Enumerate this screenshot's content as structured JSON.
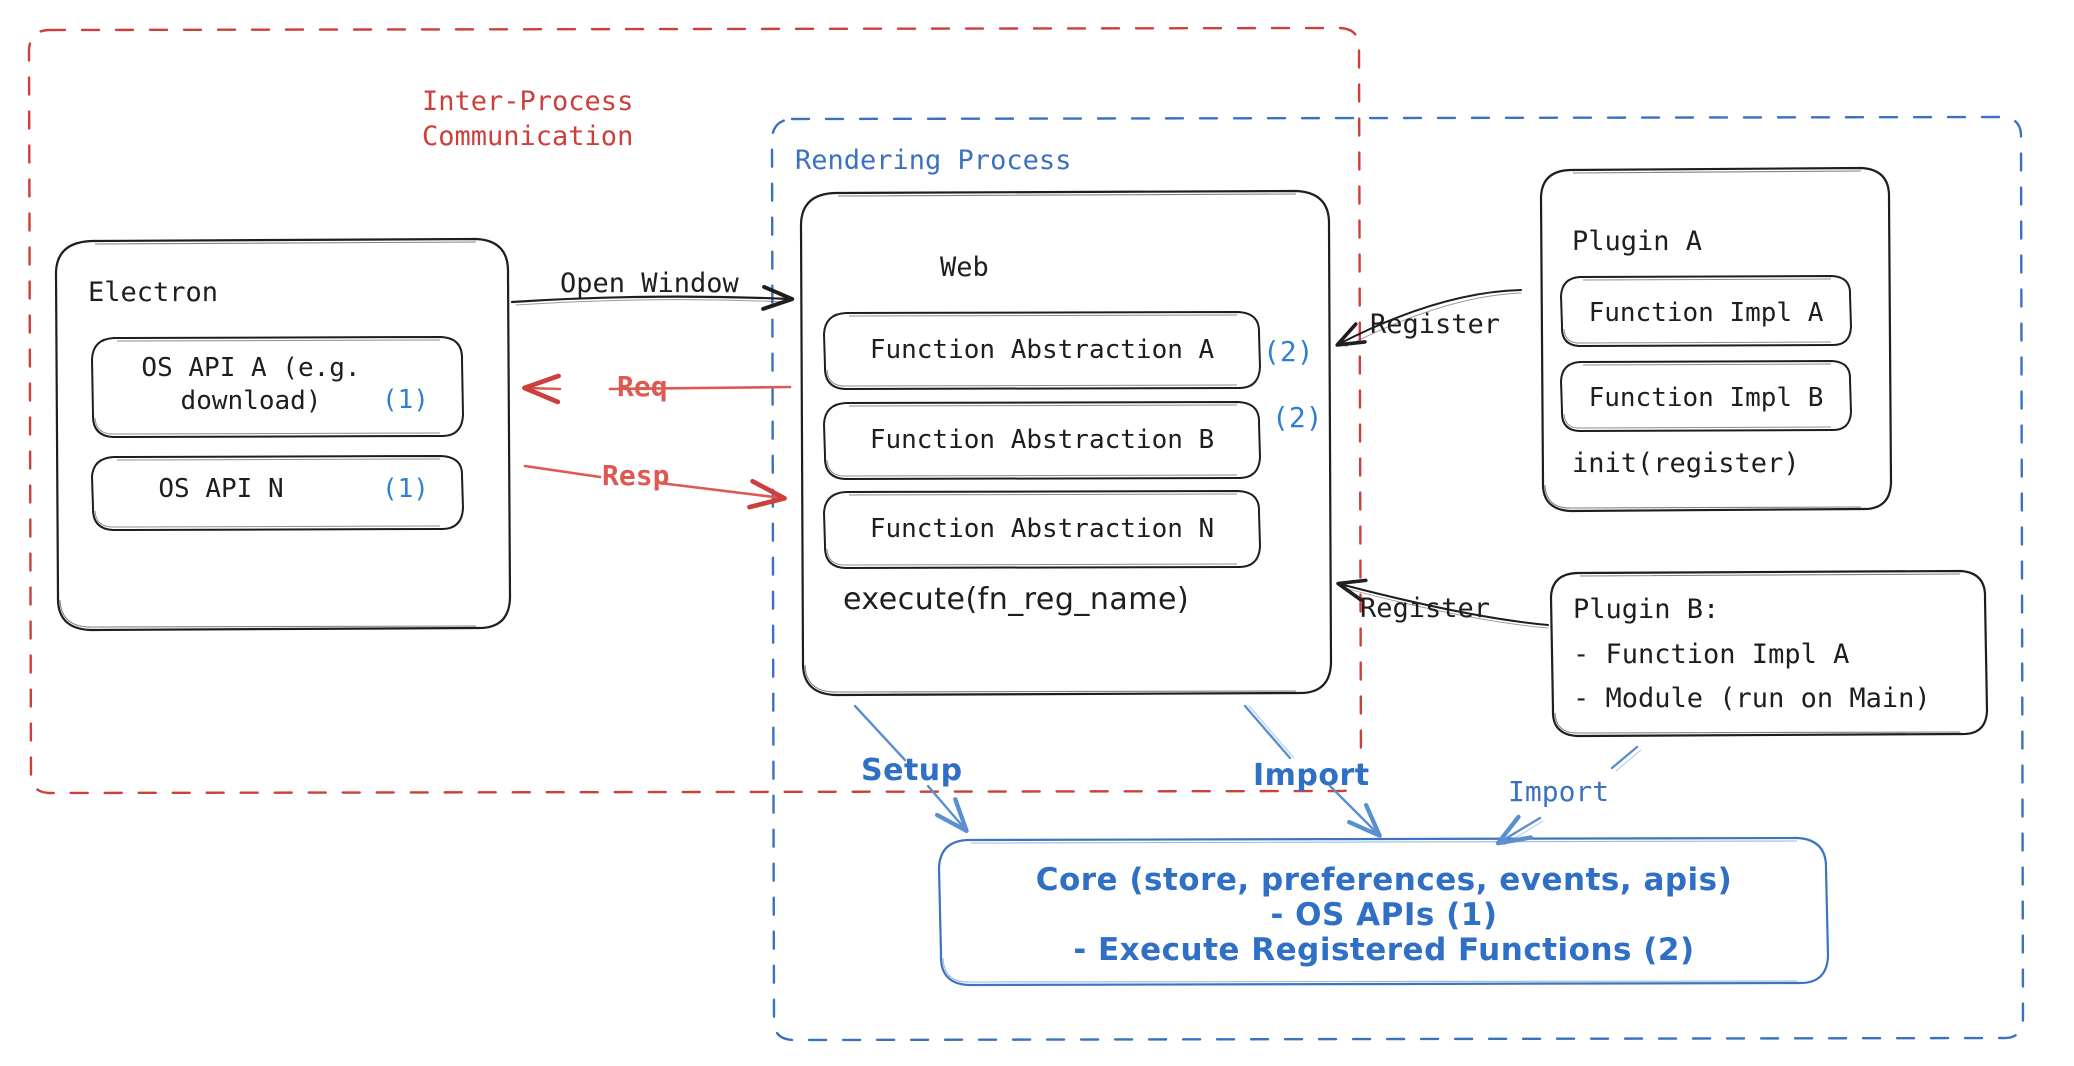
{
  "diagram": {
    "title": "Electron plugin architecture (IPC / Rendering Process / Plugins / Core)",
    "colors": {
      "ipc_red": "#cc3f3a",
      "process_blue": "#3b72bf",
      "core_blue": "#3c74bd",
      "stroke_black": "#1e1e1e",
      "background": "#ffffff"
    },
    "regions": {
      "ipc": {
        "label": "Inter-Process\nCommunication",
        "style": "dashed",
        "color": "#cc3f3a"
      },
      "rendering": {
        "label": "Rendering Process",
        "style": "dashed",
        "color": "#3b72bf"
      }
    },
    "nodes": {
      "electron": {
        "title": "Electron",
        "items": [
          {
            "text": "OS API A (e.g.\ndownload)",
            "marker": "(1)"
          },
          {
            "text": "OS API N",
            "marker": "(1)"
          }
        ]
      },
      "web": {
        "title": "Web",
        "items": [
          {
            "text": "Function Abstraction A",
            "marker": "(2)"
          },
          {
            "text": "Function Abstraction B",
            "marker": "(2)"
          },
          {
            "text": "Function Abstraction N",
            "marker": ""
          }
        ],
        "footer": "execute(fn_reg_name)"
      },
      "plugin_a": {
        "title": "Plugin A",
        "items": [
          {
            "text": "Function Impl A"
          },
          {
            "text": "Function Impl B"
          }
        ],
        "footer": "init(register)"
      },
      "plugin_b": {
        "lines": [
          "Plugin B:",
          "- Function Impl A",
          "- Module (run on Main)"
        ]
      },
      "core": {
        "lines": [
          "Core (store, preferences, events, apis)",
          "- OS APIs (1)",
          "- Execute Registered Functions (2)"
        ]
      }
    },
    "edges": [
      {
        "id": "open-window",
        "label": "Open Window",
        "color": "#1e1e1e",
        "from": "electron",
        "to": "web"
      },
      {
        "id": "req",
        "label": "Req",
        "color": "#cc3f3a",
        "from": "web",
        "to": "electron"
      },
      {
        "id": "resp",
        "label": "Resp",
        "color": "#cc3f3a",
        "from": "electron",
        "to": "web"
      },
      {
        "id": "register-a",
        "label": "Register",
        "color": "#1e1e1e",
        "from": "plugin_a",
        "to": "web"
      },
      {
        "id": "register-b",
        "label": "Register",
        "color": "#1e1e1e",
        "from": "plugin_b",
        "to": "web"
      },
      {
        "id": "setup",
        "label": "Setup",
        "color": "#3b72bf",
        "from": "web",
        "to": "core"
      },
      {
        "id": "import-web",
        "label": "Import",
        "color": "#3b72bf",
        "from": "web",
        "to": "core"
      },
      {
        "id": "import-plugin-b",
        "label": "Import",
        "color": "#3b72bf",
        "from": "plugin_b",
        "to": "core"
      }
    ]
  }
}
